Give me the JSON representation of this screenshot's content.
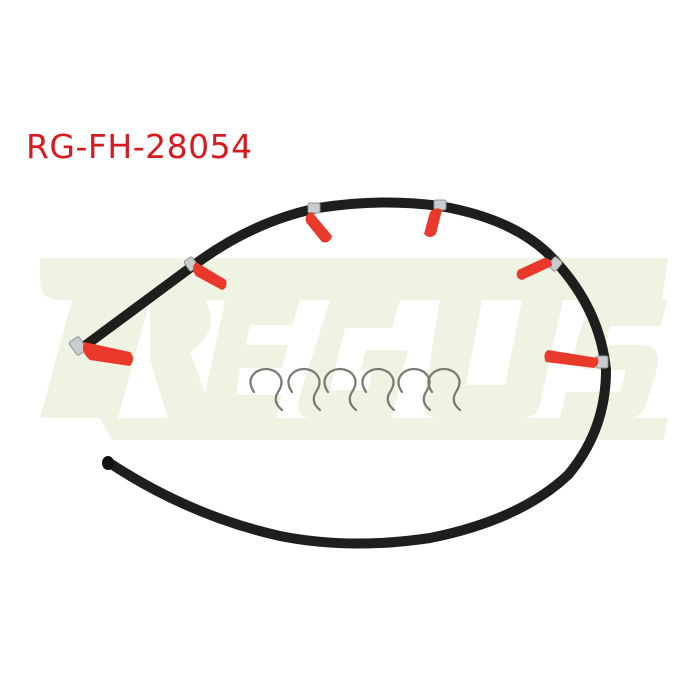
{
  "product": {
    "code": "RG-FH-28054",
    "watermark_text": "REGUS",
    "description": "Fuel leak-off return hose with 6 red injector connectors and 6 metal retaining clips"
  },
  "colors": {
    "code_text": "#d71920",
    "watermark": "#eef4e1",
    "hose": "#1c1f1c",
    "connector": "#e8392a",
    "clip": "#7d7a72",
    "ferrule": "#c9ccce"
  },
  "connectors": {
    "count": 6
  },
  "clips": {
    "count": 6
  }
}
